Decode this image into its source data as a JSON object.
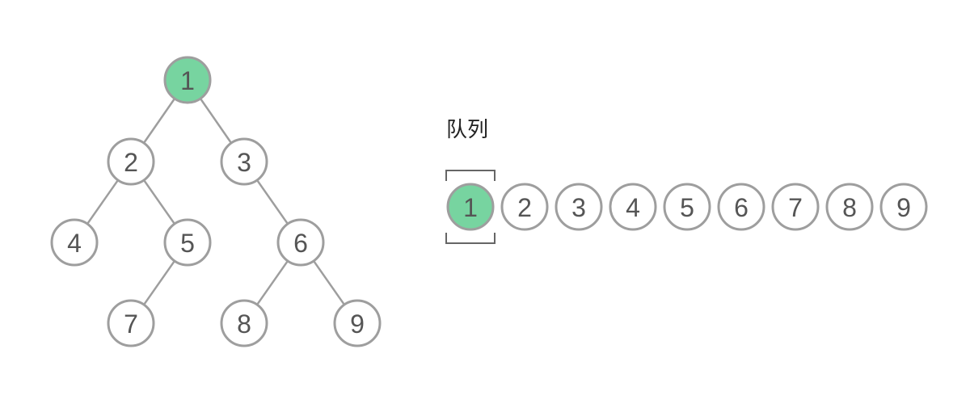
{
  "colors": {
    "node_stroke": "#9e9e9e",
    "node_fill": "#ffffff",
    "highlight_fill": "#77d4a0",
    "edge": "#9e9e9e",
    "label": "#555555",
    "bracket": "#666666"
  },
  "tree": {
    "nodes": [
      {
        "id": "1",
        "label": "1",
        "highlight": true
      },
      {
        "id": "2",
        "label": "2",
        "highlight": false
      },
      {
        "id": "3",
        "label": "3",
        "highlight": false
      },
      {
        "id": "4",
        "label": "4",
        "highlight": false
      },
      {
        "id": "5",
        "label": "5",
        "highlight": false
      },
      {
        "id": "6",
        "label": "6",
        "highlight": false
      },
      {
        "id": "7",
        "label": "7",
        "highlight": false
      },
      {
        "id": "8",
        "label": "8",
        "highlight": false
      },
      {
        "id": "9",
        "label": "9",
        "highlight": false
      }
    ],
    "edges": [
      [
        "1",
        "2"
      ],
      [
        "1",
        "3"
      ],
      [
        "2",
        "4"
      ],
      [
        "2",
        "5"
      ],
      [
        "3",
        "6"
      ],
      [
        "5",
        "7"
      ],
      [
        "6",
        "8"
      ],
      [
        "6",
        "9"
      ]
    ]
  },
  "queue": {
    "title": "队列",
    "items": [
      {
        "label": "1",
        "highlight": true,
        "bracketed": true
      },
      {
        "label": "2",
        "highlight": false,
        "bracketed": false
      },
      {
        "label": "3",
        "highlight": false,
        "bracketed": false
      },
      {
        "label": "4",
        "highlight": false,
        "bracketed": false
      },
      {
        "label": "5",
        "highlight": false,
        "bracketed": false
      },
      {
        "label": "6",
        "highlight": false,
        "bracketed": false
      },
      {
        "label": "7",
        "highlight": false,
        "bracketed": false
      },
      {
        "label": "8",
        "highlight": false,
        "bracketed": false
      },
      {
        "label": "9",
        "highlight": false,
        "bracketed": false
      }
    ]
  }
}
